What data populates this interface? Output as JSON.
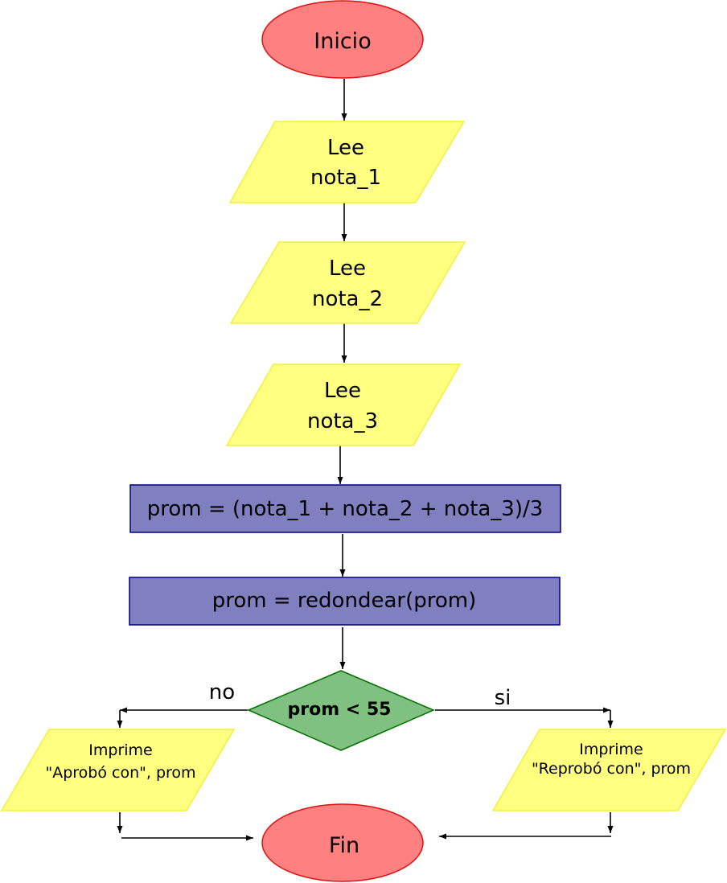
{
  "colors": {
    "terminal_fill": "#ff8080",
    "terminal_stroke": "#e01010",
    "io_fill": "#ffff80",
    "io_stroke": "#f0f040",
    "process_fill": "#8080c0",
    "process_stroke": "#00007a",
    "decision_fill": "#80c080",
    "decision_stroke": "#007000"
  },
  "nodes": {
    "start": {
      "label": "Inicio"
    },
    "read1": {
      "line1": "Lee",
      "line2": "nota_1"
    },
    "read2": {
      "line1": "Lee",
      "line2": "nota_2"
    },
    "read3": {
      "line1": "Lee",
      "line2": "nota_3"
    },
    "calc_avg": {
      "label": "prom = (nota_1 + nota_2 + nota_3)/3"
    },
    "round_avg": {
      "label": "prom = redondear(prom)"
    },
    "decision": {
      "label": "prom < 55"
    },
    "print_left": {
      "line1": "Imprime",
      "line2": "\"Aprobó con\", prom"
    },
    "print_right": {
      "line1": "Imprime",
      "line2": "\"Reprobó con\", prom"
    },
    "end": {
      "label": "Fin"
    }
  },
  "edges": {
    "no_label": "no",
    "si_label": "si"
  }
}
